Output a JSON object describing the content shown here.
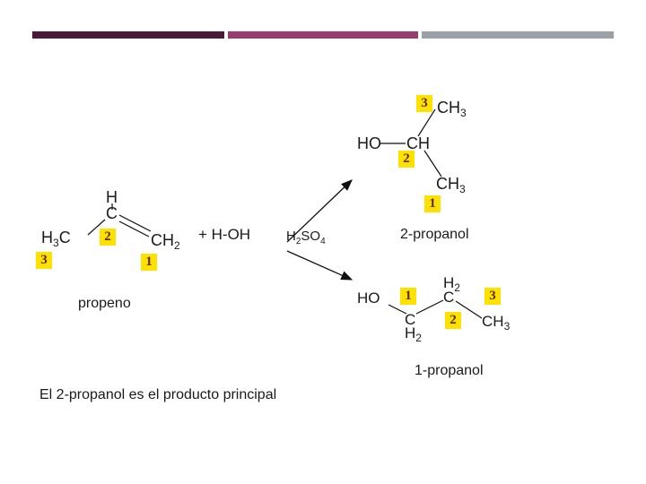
{
  "colors": {
    "bar_dark": "#4a1a3a",
    "bar_mid": "#9b3a6e",
    "bar_gray": "#9aa0a6",
    "badge": "#ffe100"
  },
  "propene": {
    "h": "H",
    "c_top": "C",
    "h3c": "H",
    "h3c_sub": "3",
    "h3c_c": "C",
    "ch2": "CH",
    "ch2_sub": "2",
    "num_3": "3",
    "num_2": "2",
    "num_1": "1",
    "name": "propeno"
  },
  "reagent": {
    "plus_water": "+ H-OH",
    "catalyst_h": "H",
    "catalyst_h_sub": "2",
    "catalyst_so": "SO",
    "catalyst_so_sub": "4"
  },
  "product_2_propanol": {
    "ch3_top": "CH",
    "ch3_top_sub": "3",
    "ho": "HO",
    "ch": "CH",
    "ch3_bottom": "CH",
    "ch3_bottom_sub": "3",
    "num_3": "3",
    "num_2": "2",
    "num_1": "1",
    "name": "2-propanol"
  },
  "product_1_propanol": {
    "ho": "HO",
    "h2_top": "H",
    "h2_top_sub": "2",
    "c_top": "C",
    "c_bottom": "C",
    "h2_bottom": "H",
    "h2_bottom_sub": "2",
    "ch3": "CH",
    "ch3_sub": "3",
    "num_1": "1",
    "num_2": "2",
    "num_3": "3",
    "name": "1-propanol"
  },
  "conclusion": "El 2-propanol es el producto principal"
}
